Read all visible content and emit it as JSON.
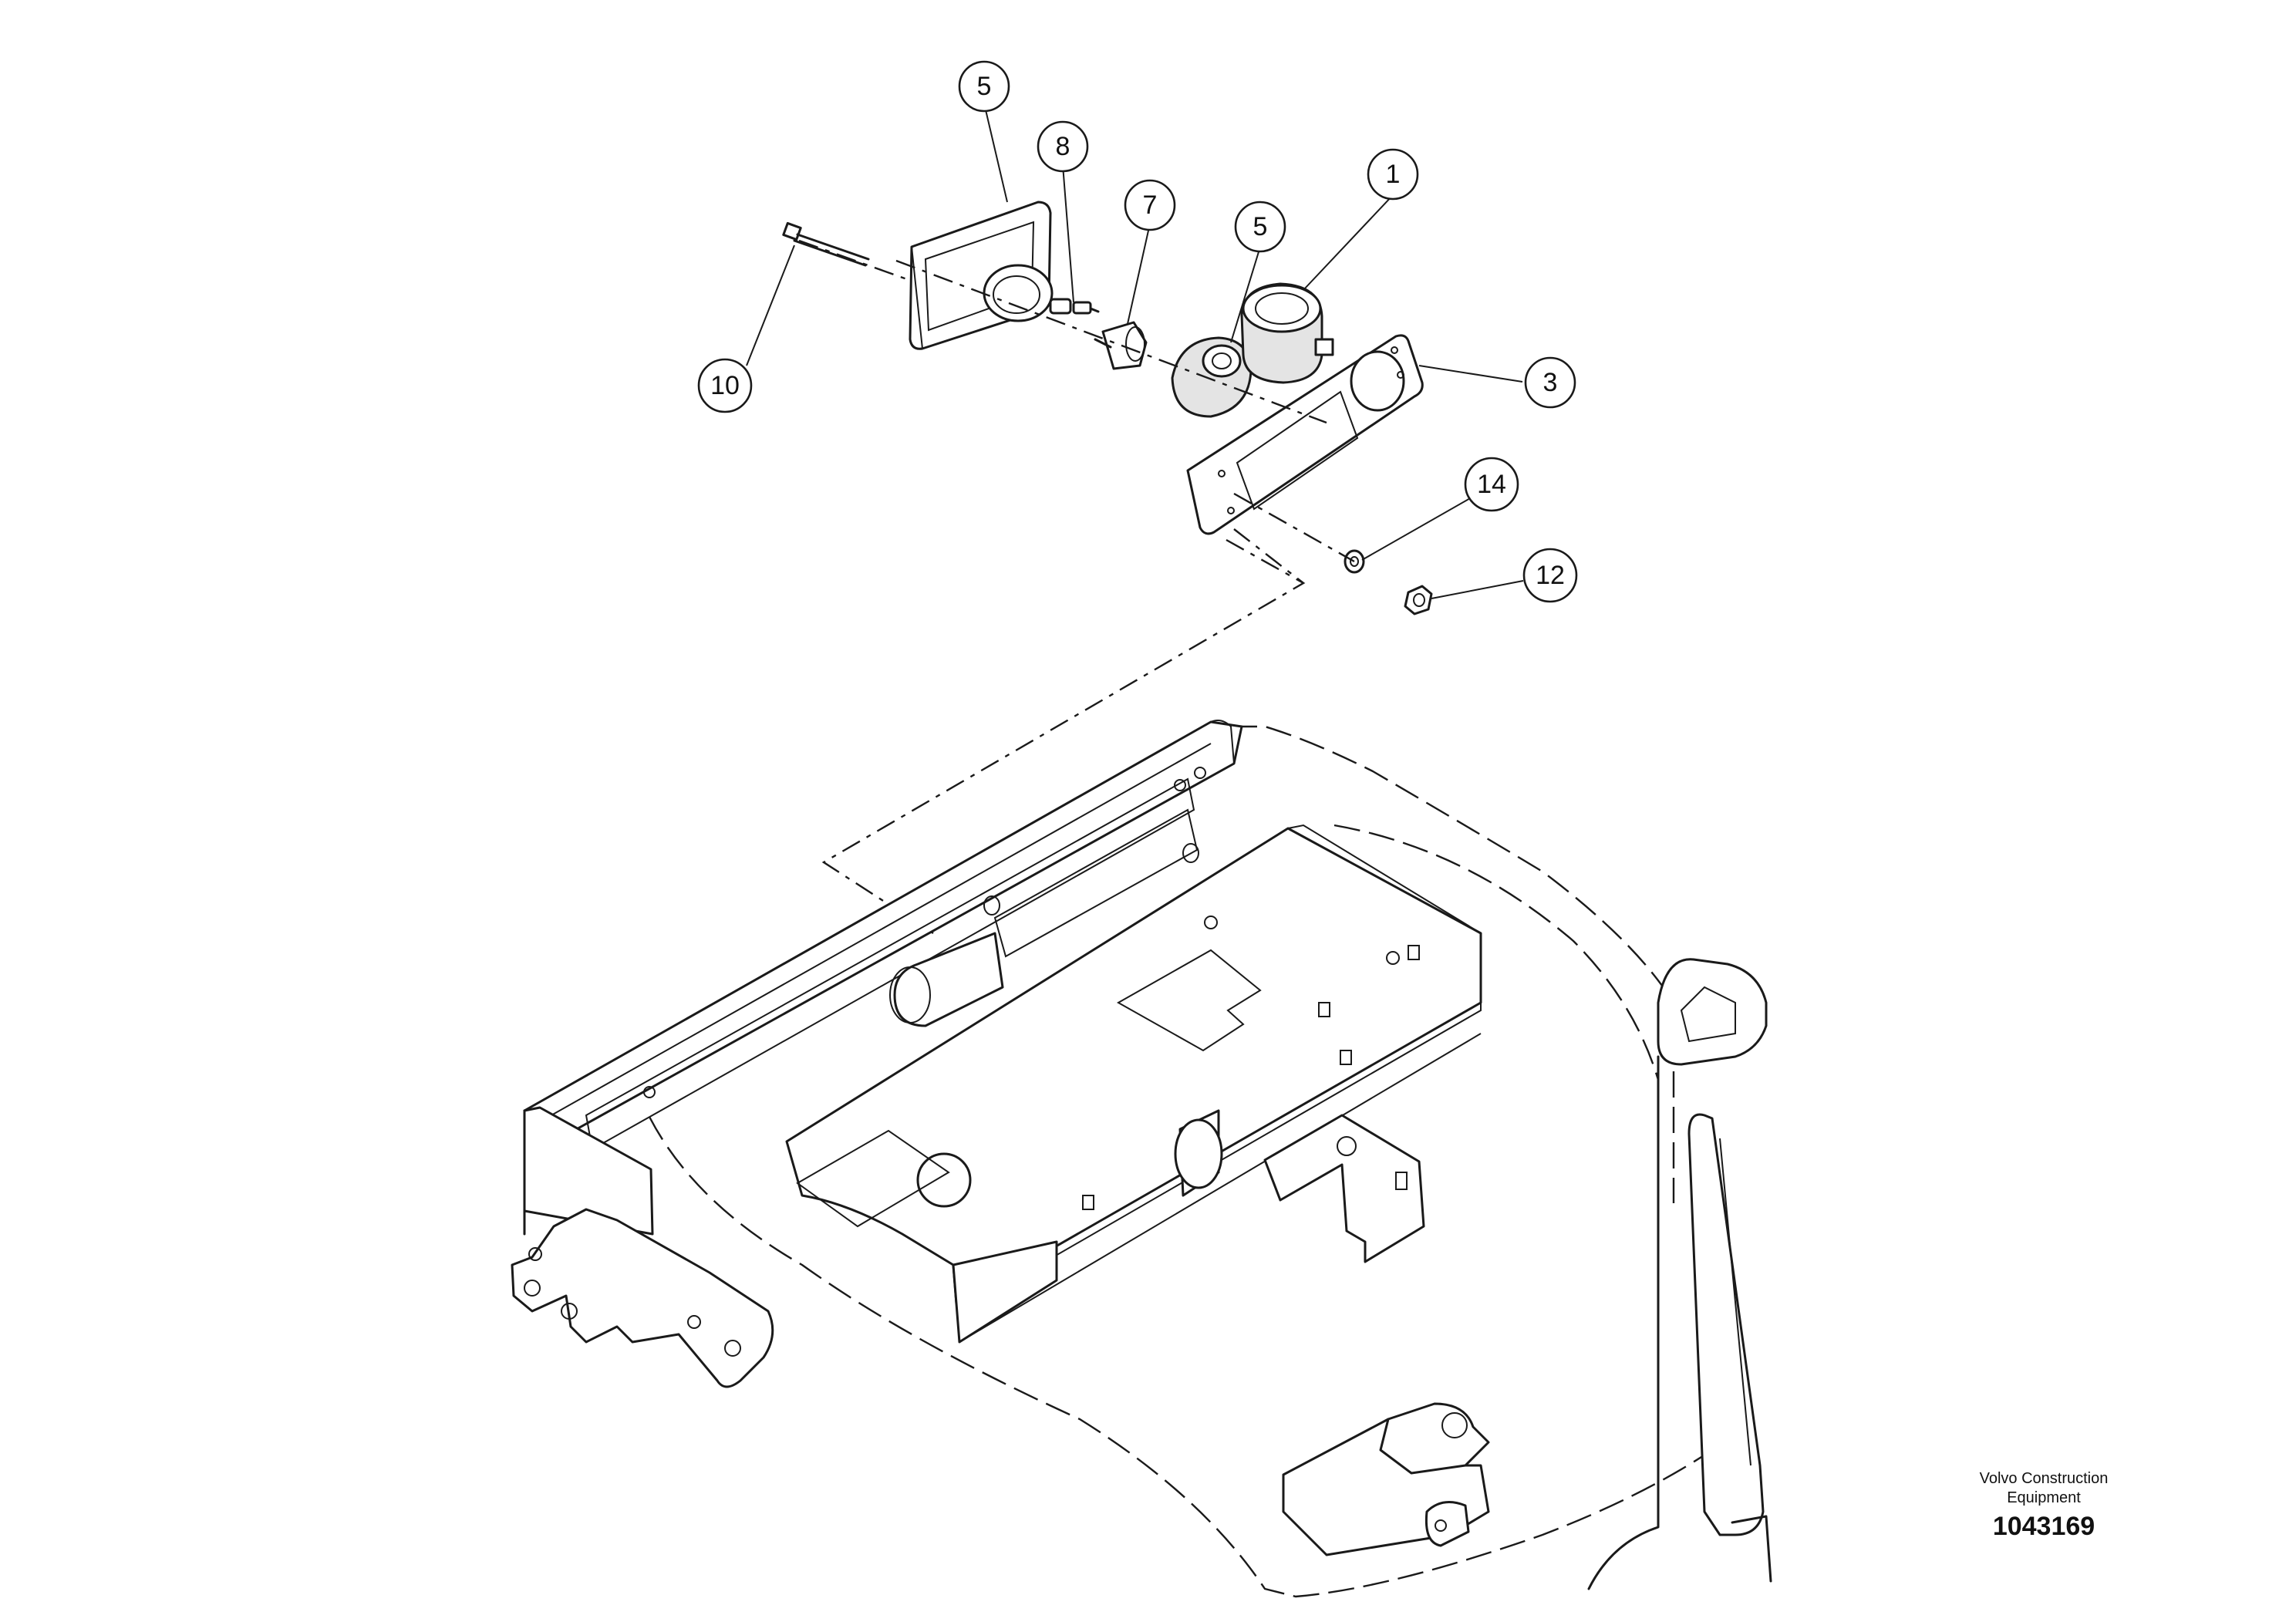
{
  "callouts": [
    {
      "label": "5"
    },
    {
      "label": "8"
    },
    {
      "label": "7"
    },
    {
      "label": "5"
    },
    {
      "label": "1"
    },
    {
      "label": "3"
    },
    {
      "label": "10"
    },
    {
      "label": "14"
    },
    {
      "label": "12"
    }
  ],
  "footer": {
    "manufacturer_line1": "Volvo Construction",
    "manufacturer_line2": "Equipment",
    "document_number": "1043169"
  }
}
